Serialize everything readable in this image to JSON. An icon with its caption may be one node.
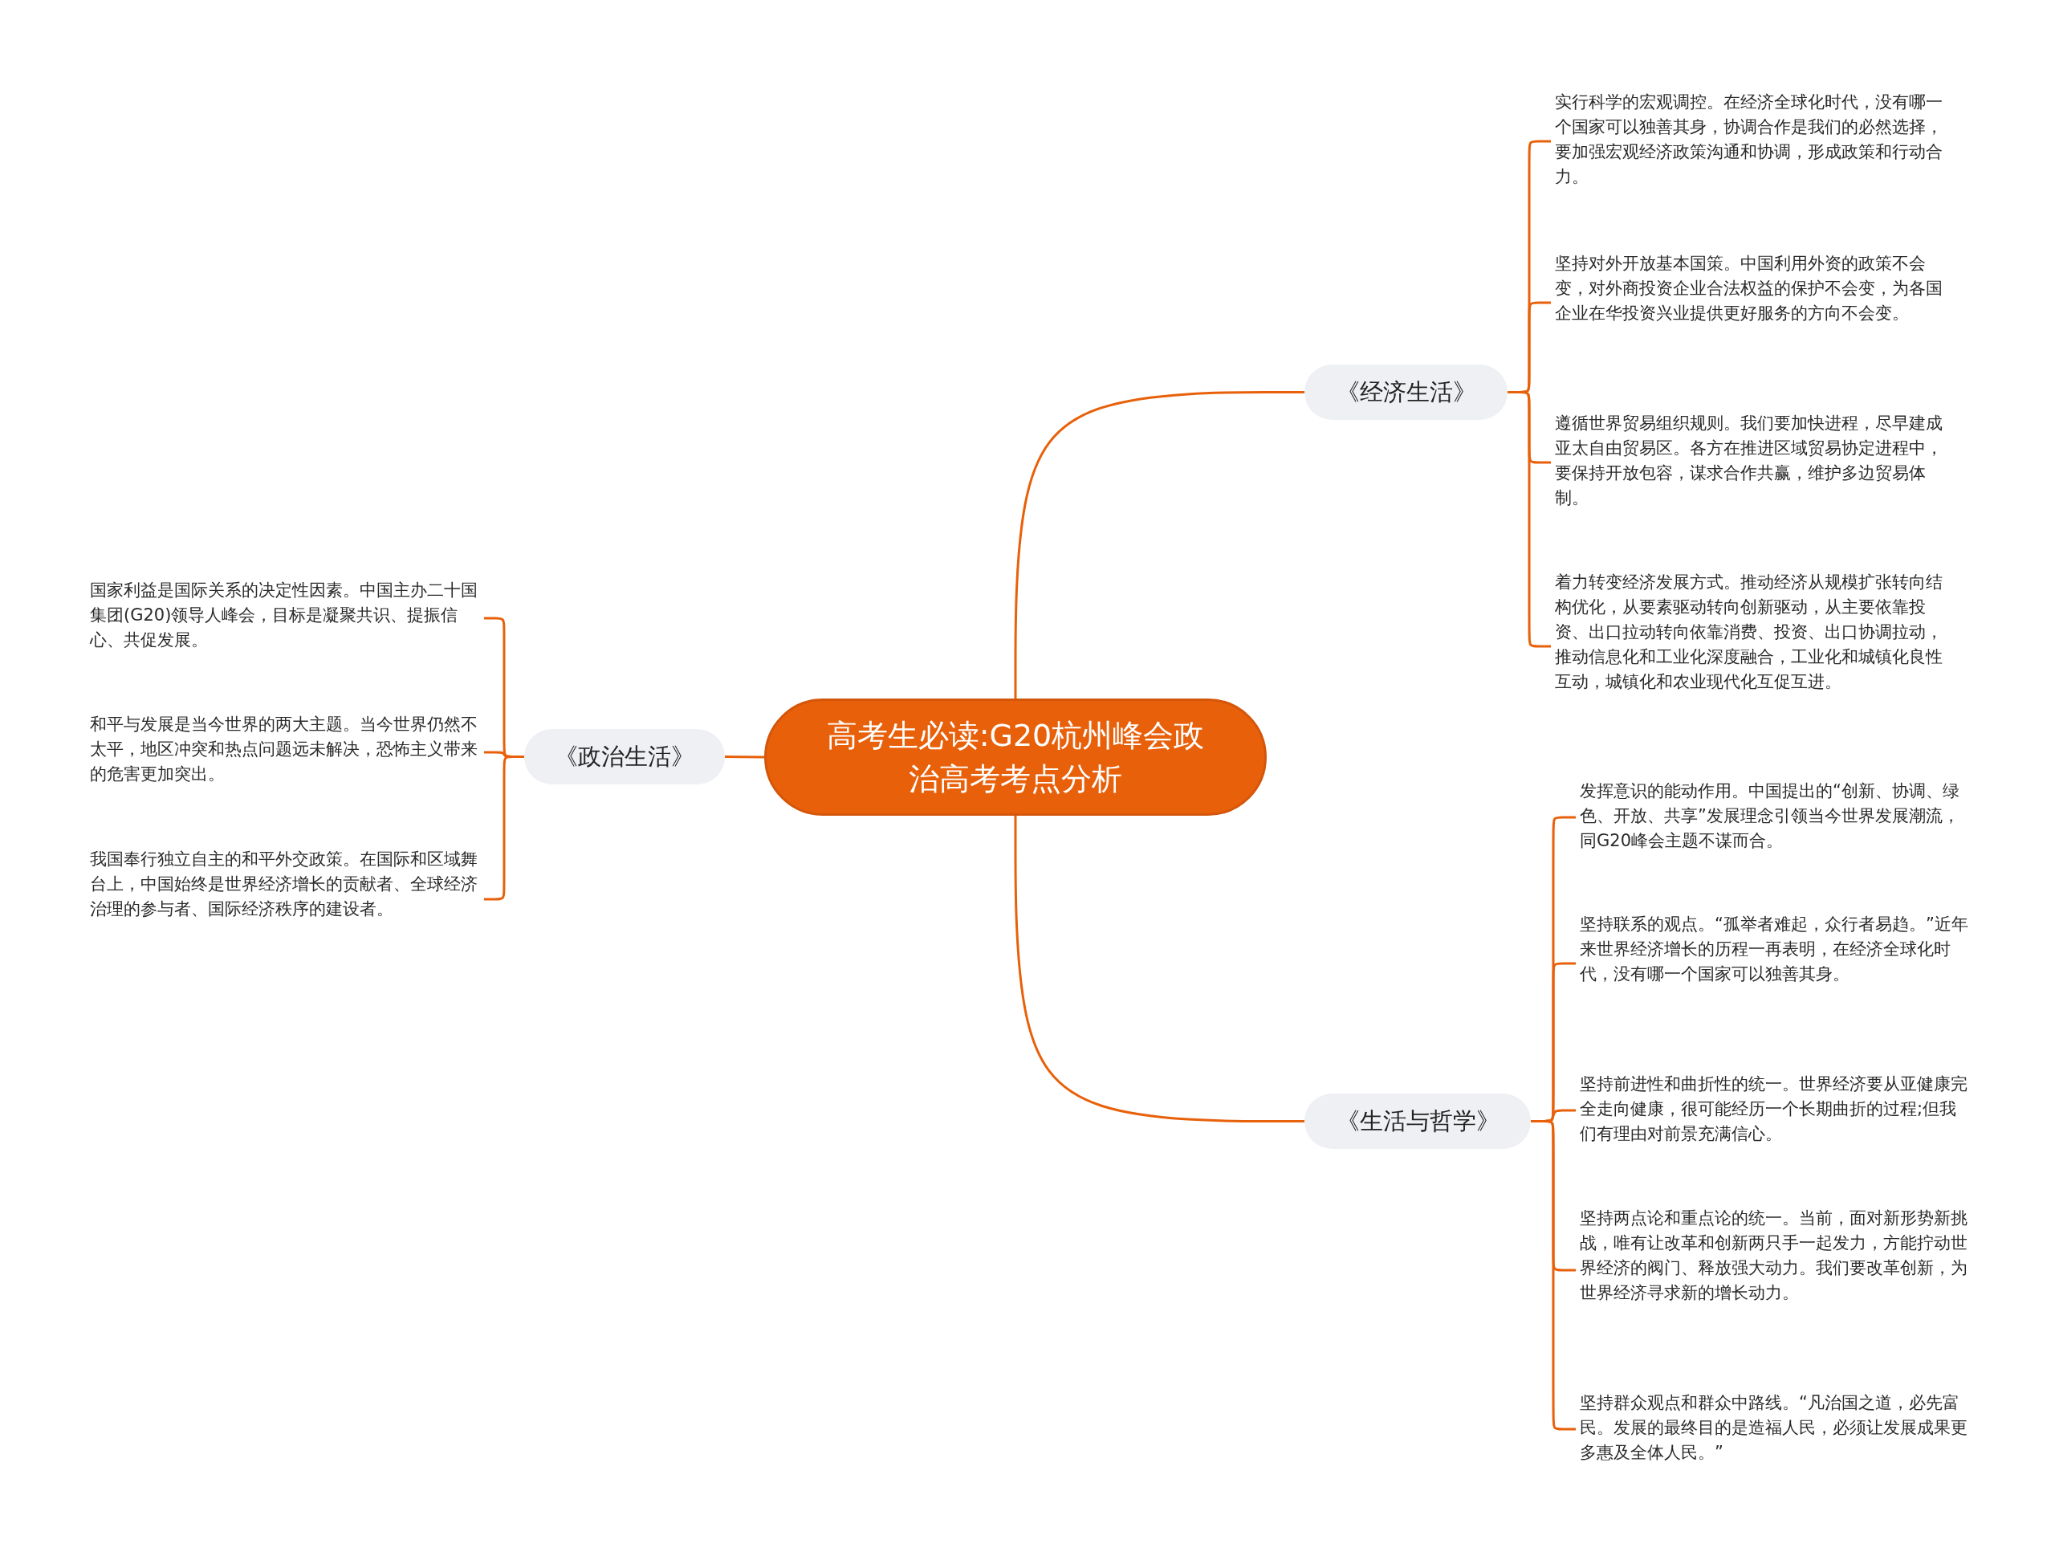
{
  "diagram": {
    "nodes": [
      {
        "text": [
          "高考生必读:G20杭州峰会政治高考考点分析"
        ]
      },
      {
        "text": [
          "《政治生活》"
        ]
      },
      {
        "text": [
          "国家利益是国际关系的决定性因素。中国主办二十国集团(G20)领导人峰会，目标是凝聚共识、提振信心、共促发展。"
        ]
      },
      {
        "text": [
          "和平与发展是当今世界的两大主题。当今世界仍然不太平，地区冲突和热点问题远未解决，恐怖主义带来的危害更加突出。"
        ]
      },
      {
        "text": [
          "我国奉行独立自主的和平外交政策。在国际和区域舞台上，中国始终是世界经济增长的贡献者、全球经济治理的参与者、国际经济秩序的建设者。"
        ]
      },
      {
        "text": [
          "《经济生活》"
        ]
      },
      {
        "text": [
          "实行科学的宏观调控。在经济全球化时代，没有哪一个国家可以独善其身，协调合作是我们的必然选择，要加强宏观经济政策沟通和协调，形成政策和行动合力。"
        ]
      },
      {
        "text": [
          "坚持对外开放基本国策。中国利用外资的政策不会变，对外商投资企业合法权益的保护不会变，为各国企业在华投资兴业提供更好服务的方向不会变。"
        ]
      },
      {
        "text": [
          "遵循世界贸易组织规则。我们要加快进程，尽早建成亚太自由贸易区。各方在推进区域贸易协定进程中，要保持开放包容，谋求合作共赢，维护多边贸易体制。"
        ]
      },
      {
        "text": [
          "着力转变经济发展方式。推动经济从规模扩张转向结构优化，从要素驱动转向创新驱动，从主要依靠投资、出口拉动转向依靠消费、投资、出口协调拉动，推动信息化和工业化深度融合，工业化和城镇化良性互动，城镇化和农业现代化互促互进。"
        ]
      },
      {
        "text": [
          "《生活与哲学》"
        ]
      },
      {
        "text": [
          "发挥意识的能动作用。中国提出的“创新、协调、绿色、开放、共享”发展理念引领当今世界发展潮流，同G20峰会主题不谋而合。"
        ]
      },
      {
        "text": [
          "坚持联系的观点。“孤举者难起，众行者易趋。”近年来世界经济增长的历程一再表明，在经济全球化时代，没有哪一个国家可以独善其身。"
        ]
      },
      {
        "text": [
          "坚持前进性和曲折性的统一。世界经济要从亚健康完全走向健康，很可能经历一个长期曲折的过程;但我们有理由对前景充满信心。"
        ]
      },
      {
        "text": [
          "坚持两点论和重点论的统一。当前，面对新形势新挑战，唯有让改革和创新两只手一起发力，方能拧动世界经济的阀门、释放强大动力。我们要改革创新，为世界经济寻求新的增长动力。"
        ]
      },
      {
        "text": [
          "坚持群众观点和群众中路线。“凡治国之道，必先富民。发展的最终目的是造福人民，必须让发展成果更多惠及全体人民。”"
        ]
      }
    ],
    "edges": [
      {
        "from": 0,
        "to": 1,
        "arrow": "none"
      },
      {
        "from": 1,
        "to": 2,
        "arrow": "none"
      },
      {
        "from": 1,
        "to": 3,
        "arrow": "none"
      },
      {
        "from": 1,
        "to": 4,
        "arrow": "none"
      },
      {
        "from": 0,
        "to": 5,
        "arrow": "none"
      },
      {
        "from": 5,
        "to": 6,
        "arrow": "none"
      },
      {
        "from": 5,
        "to": 7,
        "arrow": "none"
      },
      {
        "from": 5,
        "to": 8,
        "arrow": "none"
      },
      {
        "from": 5,
        "to": 9,
        "arrow": "none"
      },
      {
        "from": 0,
        "to": 10,
        "arrow": "none"
      },
      {
        "from": 10,
        "to": 11,
        "arrow": "none"
      },
      {
        "from": 10,
        "to": 12,
        "arrow": "none"
      },
      {
        "from": 10,
        "to": 13,
        "arrow": "none"
      },
      {
        "from": 10,
        "to": 14,
        "arrow": "none"
      },
      {
        "from": 10,
        "to": 15,
        "arrow": "none"
      }
    ]
  }
}
